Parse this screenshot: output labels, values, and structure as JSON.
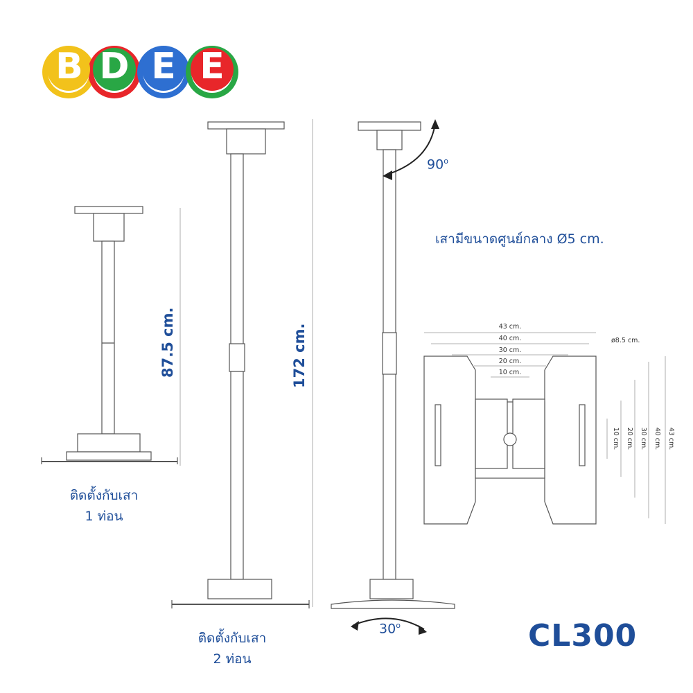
{
  "brand": {
    "letters": [
      "B",
      "D",
      "E",
      "E"
    ],
    "colors": [
      "#f2c21b",
      "#e8262a",
      "#2e6fd1",
      "#29a745",
      "#e8262a"
    ]
  },
  "single_pole": {
    "height_label": "87.5 cm.",
    "caption_line1": "ติดตั้งกับเสา",
    "caption_line2": "1 ท่อน"
  },
  "double_pole": {
    "height_label": "172 cm.",
    "caption_line1": "ติดตั้งกับเสา",
    "caption_line2": "2 ท่อน"
  },
  "side_view": {
    "tilt_label": "90",
    "tilt_unit": "o",
    "swivel_label": "30",
    "swivel_unit": "o"
  },
  "pole_note": "เสามีขนาดศูนย์กลาง Ø5 cm.",
  "plate": {
    "top_dims": [
      "43 cm.",
      "40 cm.",
      "30 cm.",
      "20 cm.",
      "10 cm."
    ],
    "hole_label": "ø8.5 cm.",
    "side_dims": [
      "10 cm.",
      "20 cm.",
      "30 cm.",
      "40 cm.",
      "43 cm."
    ]
  },
  "model": "CL300",
  "colors": {
    "accent": "#1f4e99",
    "line": "#555555"
  }
}
